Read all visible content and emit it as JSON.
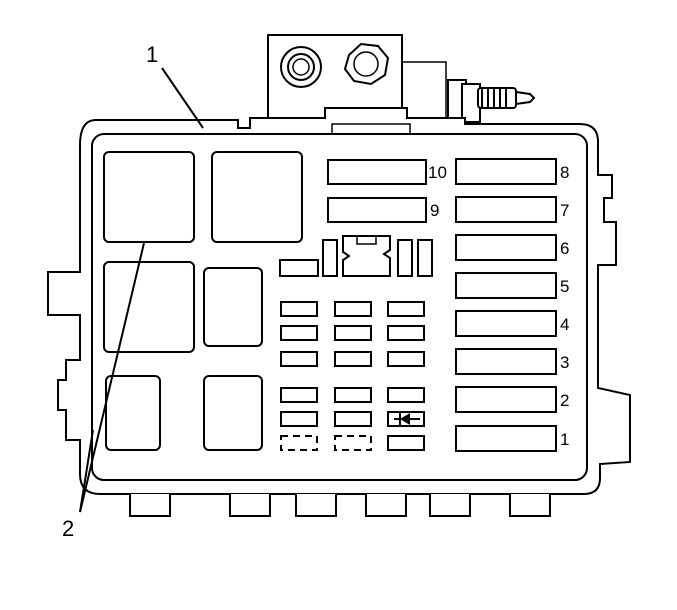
{
  "callouts": [
    {
      "id": "1",
      "text": "1"
    },
    {
      "id": "2",
      "text": "2"
    }
  ],
  "fuse_labels_right": [
    "8",
    "7",
    "6",
    "5",
    "4",
    "3",
    "2",
    "1"
  ],
  "fuse_labels_middle": [
    "10",
    "9"
  ]
}
